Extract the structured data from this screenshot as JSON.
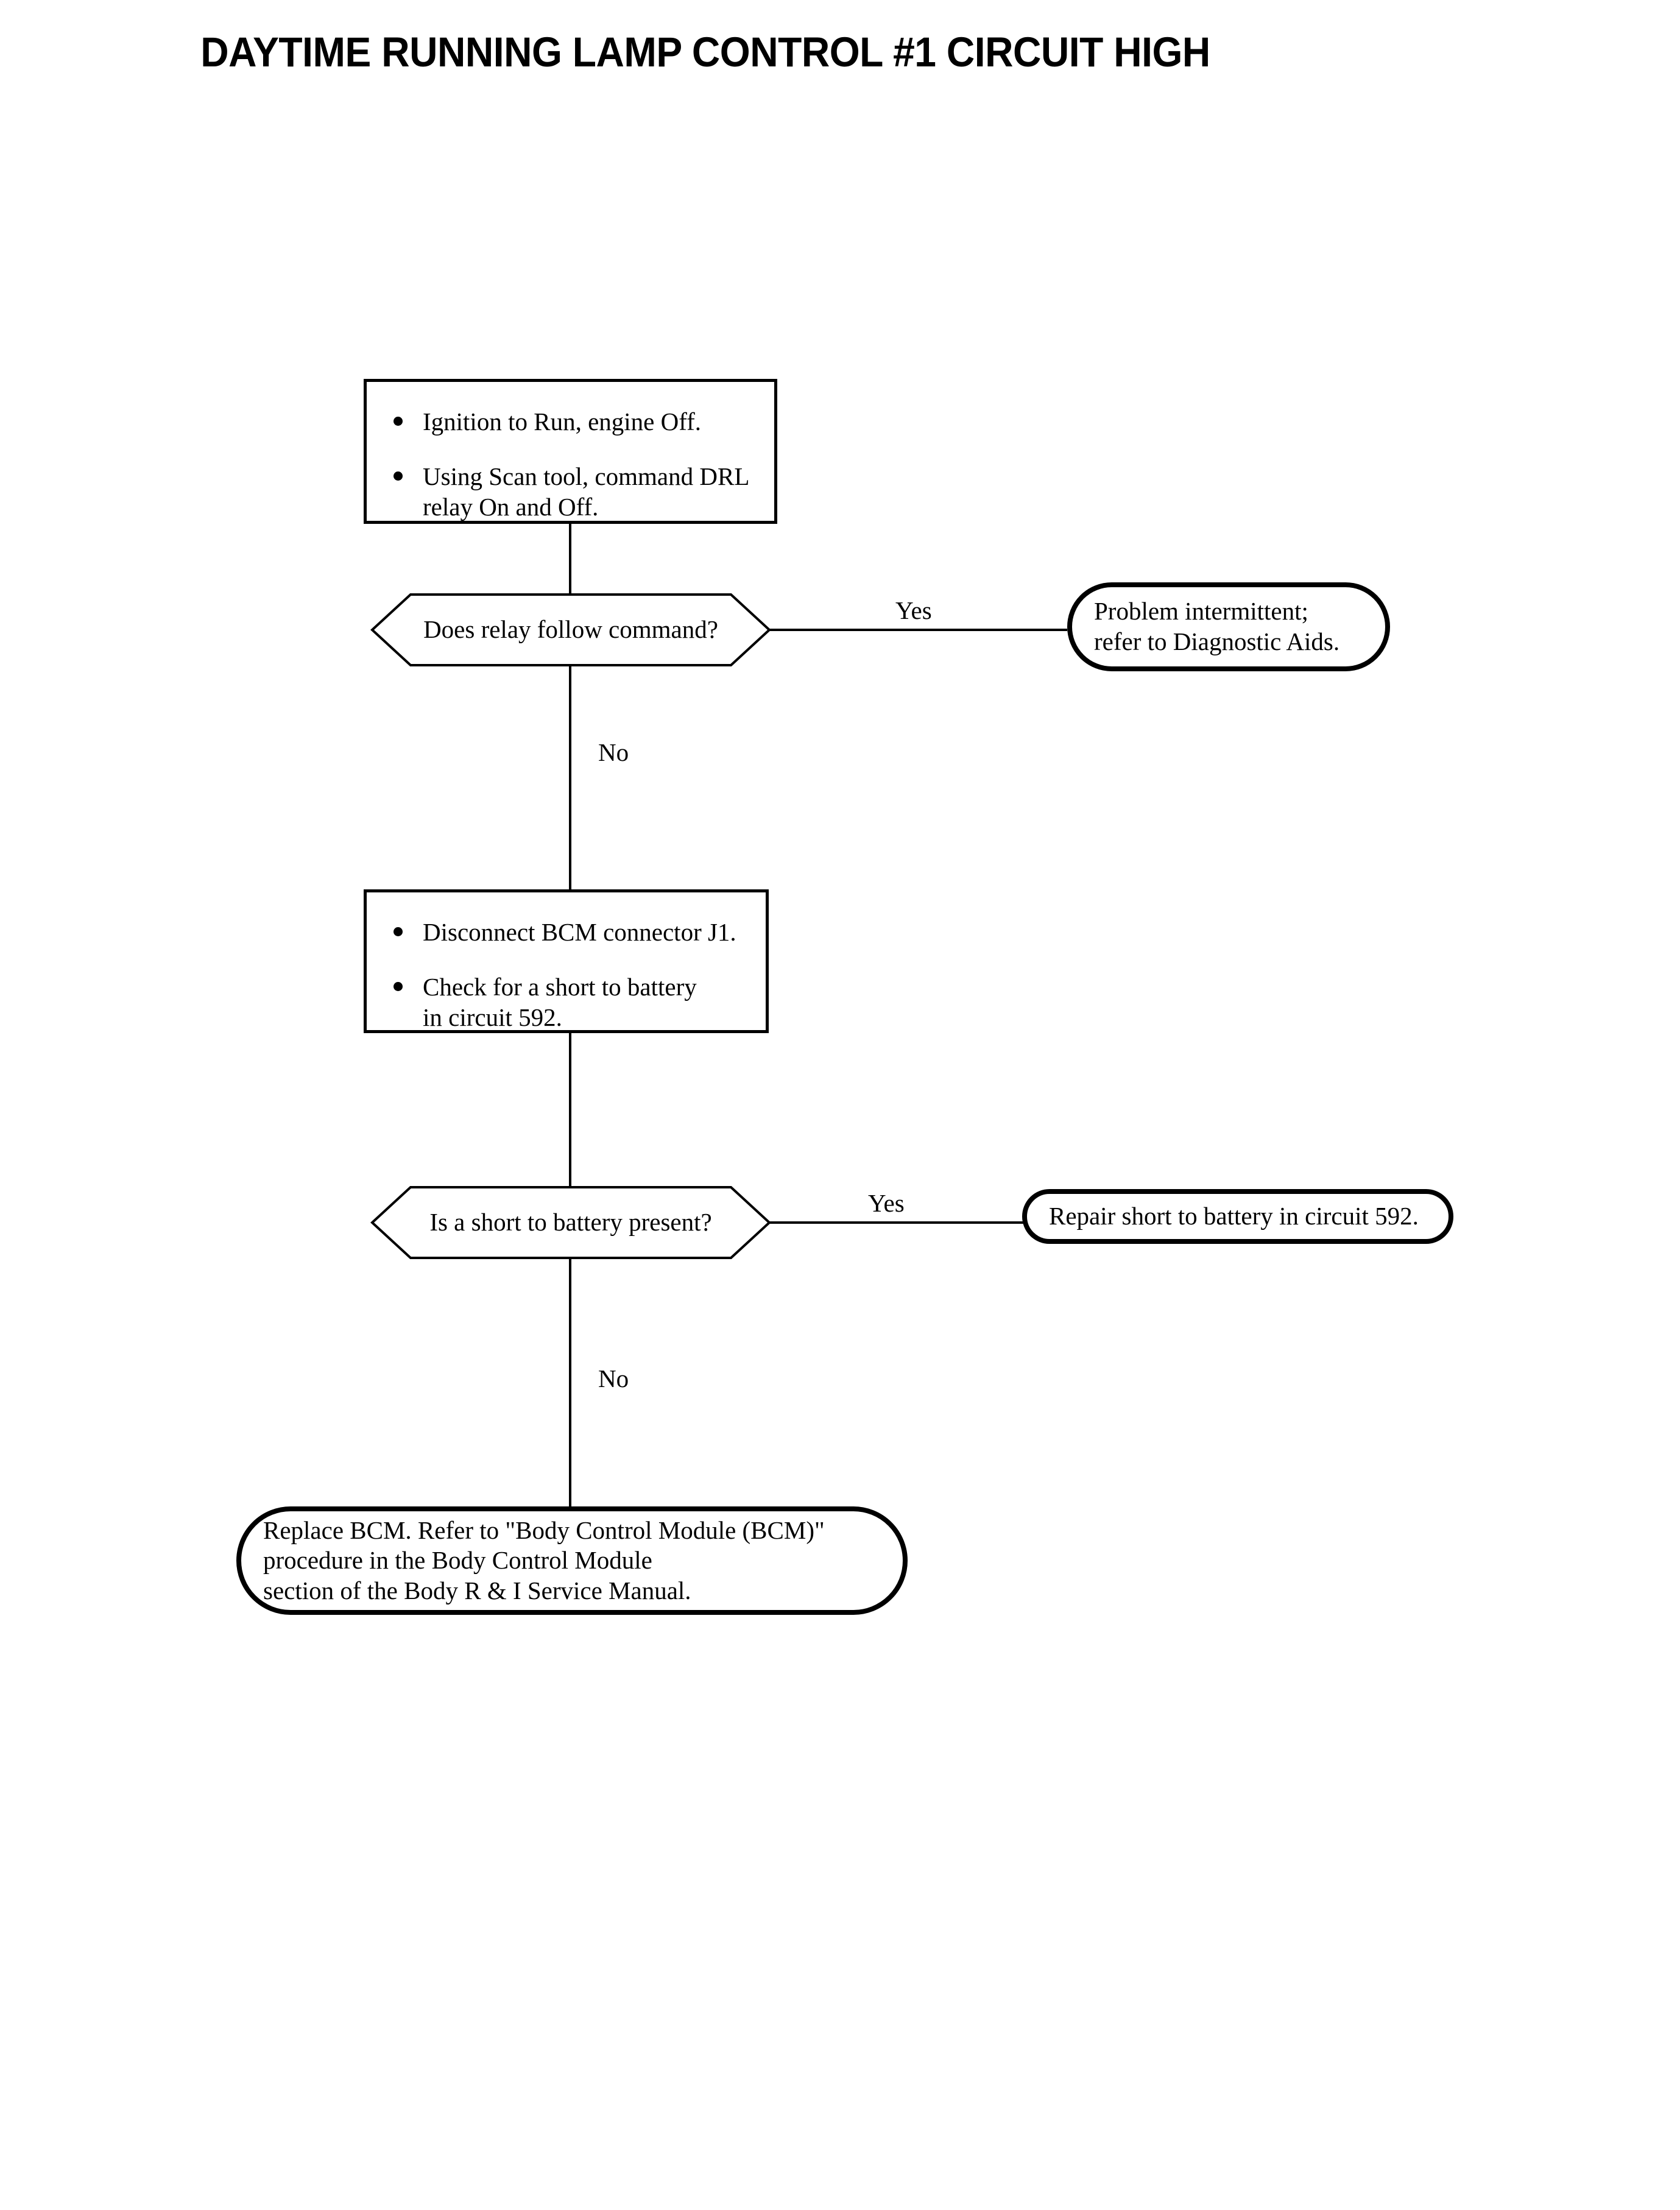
{
  "document": {
    "title": "DAYTIME RUNNING LAMP CONTROL #1 CIRCUIT HIGH"
  },
  "diagram": {
    "type": "flowchart",
    "orientation": "top-to-bottom",
    "colors": {
      "background": "#ffffff",
      "stroke": "#000000",
      "text": "#000000"
    },
    "nodes": {
      "step1": {
        "shape": "process",
        "bullets": [
          "Ignition to Run, engine Off.",
          "Using Scan tool, command DRL\nrelay On and Off."
        ]
      },
      "decision1": {
        "shape": "decision",
        "label": "Does relay follow command?"
      },
      "terminal1": {
        "shape": "terminal",
        "label": "Problem intermittent;\nrefer to Diagnostic Aids."
      },
      "step2": {
        "shape": "process",
        "bullets": [
          "Disconnect BCM connector J1.",
          "Check for a short to battery\nin circuit 592."
        ]
      },
      "decision2": {
        "shape": "decision",
        "label": "Is a short to battery present?"
      },
      "terminal2": {
        "shape": "terminal",
        "label": "Repair short to battery in circuit 592."
      },
      "terminal3": {
        "shape": "terminal",
        "label": "Replace BCM. Refer to \"Body Control Module (BCM)\"\nprocedure in the Body Control Module\nsection of the Body R & I Service Manual."
      }
    },
    "branches": {
      "decision1_yes": "Yes",
      "decision1_no": "No",
      "decision2_yes": "Yes",
      "decision2_no": "No"
    }
  }
}
